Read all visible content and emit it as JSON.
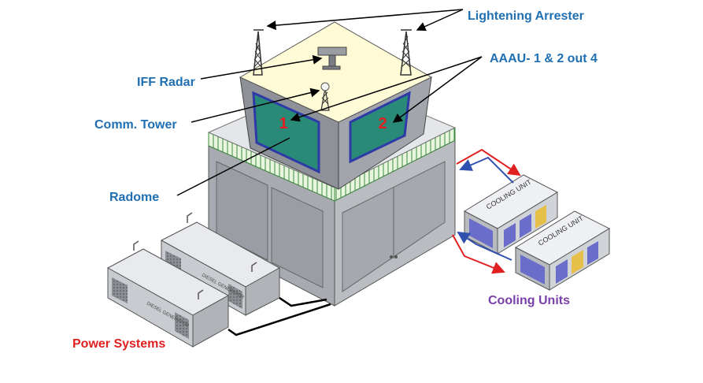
{
  "labels": {
    "lightening_arrester": "Lightening Arrester",
    "aaau": "AAAU- 1 & 2 out 4",
    "iff_radar": "IFF Radar",
    "comm_tower": "Comm. Tower",
    "radome": "Radome",
    "cooling_units": "Cooling Units",
    "power_systems": "Power Systems"
  },
  "antenna_numbers": [
    "1",
    "2"
  ],
  "cooling_unit_text": "COOLING UNIT",
  "generator_text": "DIESEL GENERATOR",
  "colors": {
    "label_blue": "#1f6fb3",
    "label_purple": "#7a3fa8",
    "label_red": "#e02020",
    "antenna_number_red": "#e02020",
    "building_grey": "#9da0a6",
    "roof_cream": "#fffbd6",
    "antenna_teal": "#2a8a78",
    "railing_green": "#3c8a3c",
    "flow_red": "#e02020",
    "flow_blue": "#3050b0"
  }
}
